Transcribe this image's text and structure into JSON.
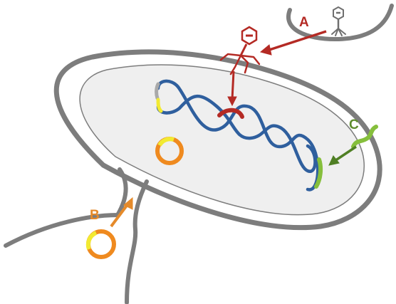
{
  "labels": {
    "a": "A",
    "b": "B",
    "c": "C"
  },
  "colors": {
    "cell_outline": "#7d7d7d",
    "cell_fill": "#ffffff",
    "cytoplasm_fill": "#efefef",
    "chromosome": "#2f5f9e",
    "label_a": "#b42a24",
    "label_b": "#e58a2a",
    "label_c": "#5e8c2d",
    "phage": "#b42a24",
    "phage_gray": "#6f6f6f",
    "conjugation_arrow": "#e58a2a",
    "transformation_arrow": "#4f7f24",
    "plasmid_ring": "#ef8a1f",
    "plasmid_yellow": "#f2ea32",
    "integrated_gray": "#a9a9a9",
    "integrated_green": "#86bf3c"
  },
  "icons": {
    "phage_infecting": "bacteriophage-icon",
    "phage_free": "bacteriophage-icon",
    "plasmid": "plasmid-icon",
    "dna_fragment": "dna-fragment-icon"
  }
}
